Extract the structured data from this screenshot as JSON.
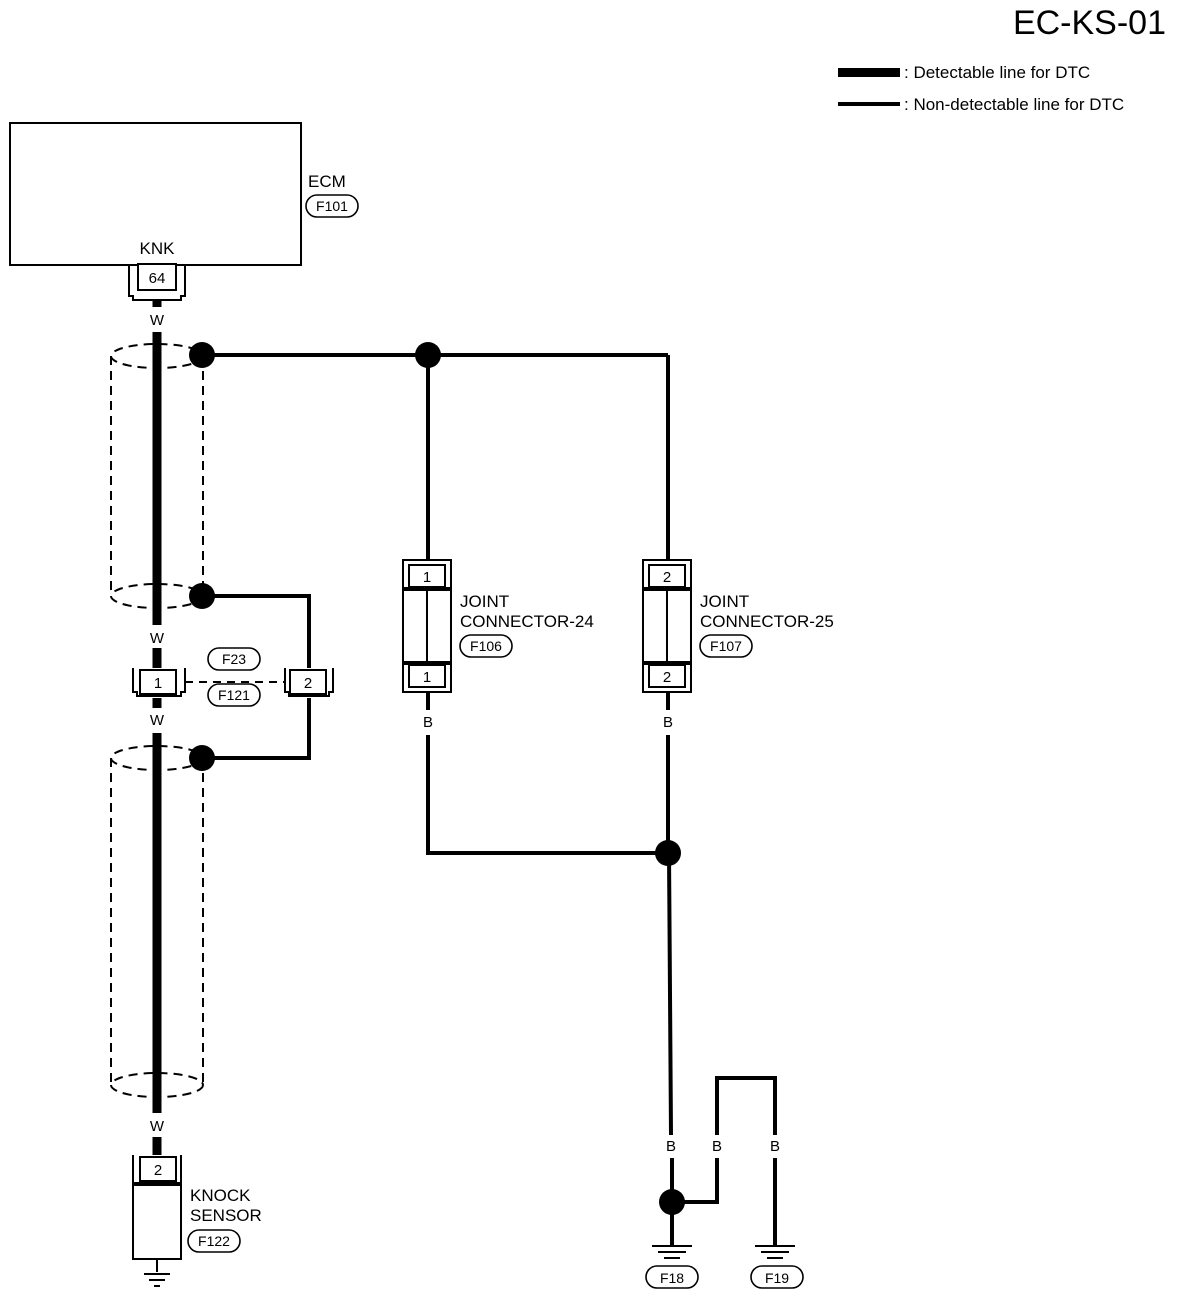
{
  "title": "EC-KS-01",
  "legend": {
    "detectable": ": Detectable line for DTC",
    "non_detectable": ": Non-detectable line for DTC"
  },
  "ecm": {
    "name": "ECM",
    "connector": "F101",
    "terminal_label": "KNK",
    "terminal_pin": "64"
  },
  "wire_colors": {
    "w_top": "W",
    "w_mid_upper": "W",
    "w_mid_lower": "W",
    "w_bottom": "W",
    "b_jc24": "B",
    "b_jc25": "B",
    "b_ground_1": "B",
    "b_ground_2": "B",
    "b_ground_3": "B"
  },
  "inline_connector": {
    "connector_top": "F23",
    "connector_bottom": "F121",
    "pin_left": "1",
    "pin_right": "2"
  },
  "joint_connector_24": {
    "line1": "JOINT",
    "line2": "CONNECTOR-24",
    "connector": "F106",
    "pin_top": "1",
    "pin_bottom": "1"
  },
  "joint_connector_25": {
    "line1": "JOINT",
    "line2": "CONNECTOR-25",
    "connector": "F107",
    "pin_top": "2",
    "pin_bottom": "2"
  },
  "knock_sensor": {
    "line1": "KNOCK",
    "line2": "SENSOR",
    "connector": "F122",
    "pin": "2"
  },
  "grounds": {
    "g1": "F18",
    "g2": "F19"
  }
}
